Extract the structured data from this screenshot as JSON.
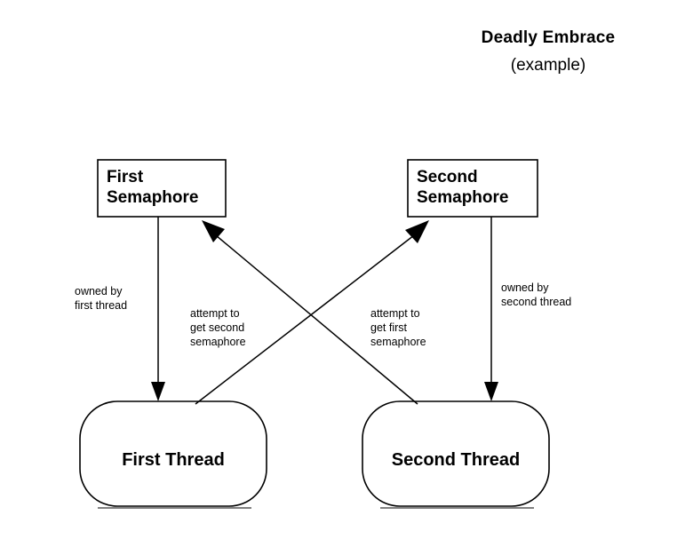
{
  "title": {
    "main": "Deadly Embrace",
    "sub": "(example)"
  },
  "nodes": {
    "first_semaphore": {
      "line1": "First",
      "line2": "Semaphore"
    },
    "second_semaphore": {
      "line1": "Second",
      "line2": "Semaphore"
    },
    "first_thread": {
      "label": "First Thread"
    },
    "second_thread": {
      "label": "Second Thread"
    }
  },
  "edges": {
    "owned_by_first": {
      "line1": "owned by",
      "line2": "first thread"
    },
    "owned_by_second": {
      "line1": "owned by",
      "line2": "second thread"
    },
    "attempt_second": {
      "line1": "attempt to",
      "line2": "get second",
      "line3": "semaphore"
    },
    "attempt_first": {
      "line1": "attempt to",
      "line2": "get first",
      "line3": "semaphore"
    }
  },
  "colors": {
    "stroke": "#000000",
    "background": "#ffffff",
    "shadow": "#808080"
  }
}
